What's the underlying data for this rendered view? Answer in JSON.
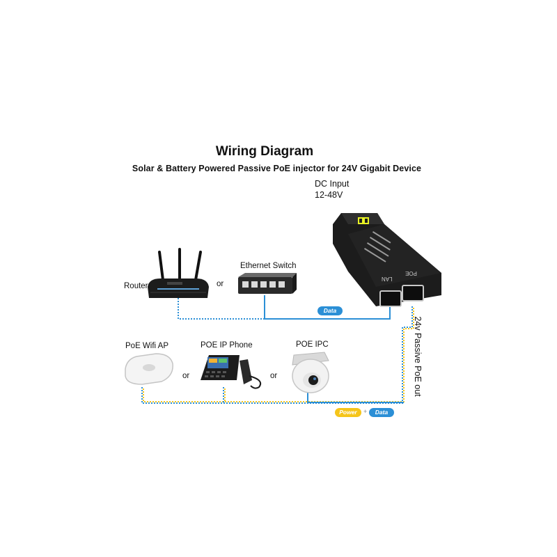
{
  "header": {
    "title": "Wiring Diagram",
    "subtitle": "Solar & Battery Powered Passive PoE injector for 24V Gigabit Device"
  },
  "dc_input": {
    "line1": "DC Input",
    "line2": "12-48V"
  },
  "injector": {
    "port_lan": "LAN",
    "port_poe": "POE"
  },
  "devices": {
    "router": "Router",
    "or1": "or",
    "ethernet_switch": "Ethernet Switch",
    "poe_wifi_ap": "PoE Wifi AP",
    "or2": "or",
    "poe_ip_phone": "POE IP Phone",
    "or3": "or",
    "poe_ipc": "POE IPC"
  },
  "badges": {
    "data": "Data",
    "power": "Power",
    "plus": "+",
    "data2": "Data"
  },
  "poe_out_label": "24v Passive PoE out",
  "colors": {
    "data_line": "#2b8fd6",
    "power_line": "#f5c51a",
    "device_dark": "#1c1c1c"
  }
}
